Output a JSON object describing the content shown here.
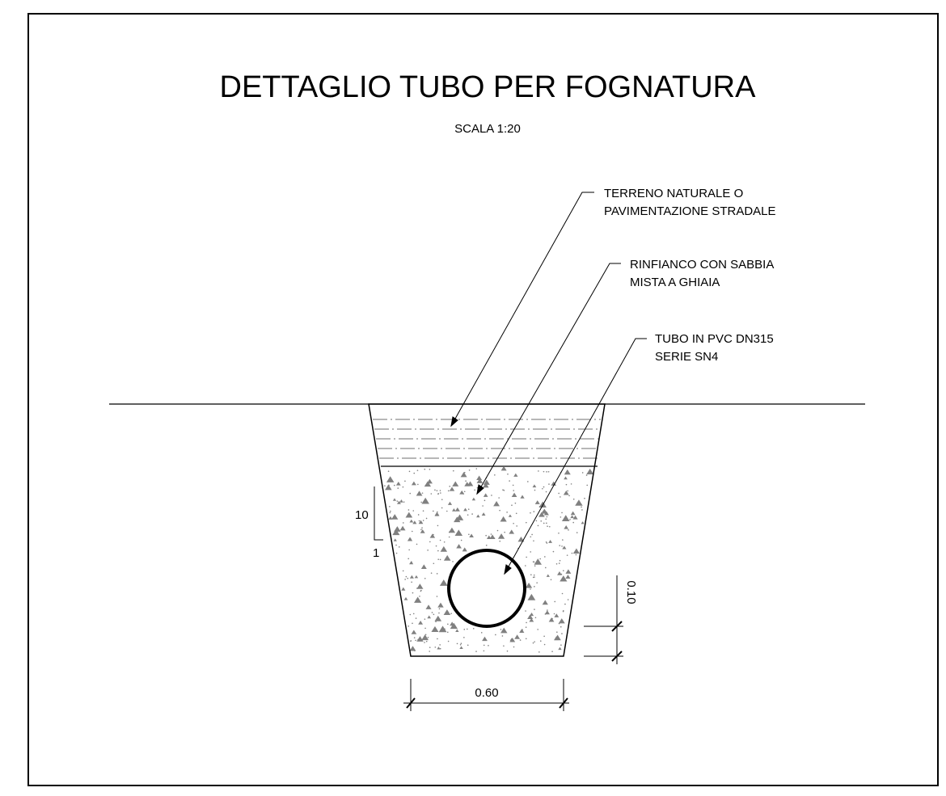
{
  "title": "DETTAGLIO TUBO PER FOGNATURA",
  "scale": "SCALA 1:20",
  "labels": {
    "soil_line1": "TERRENO NATURALE O",
    "soil_line2": "PAVIMENTAZIONE STRADALE",
    "fill_line1": "RINFIANCO CON SABBIA",
    "fill_line2": "MISTA A GHIAIA",
    "pipe_line1": "TUBO IN PVC DN315",
    "pipe_line2": "SERIE SN4"
  },
  "slope": {
    "rise": "10",
    "run": "1"
  },
  "dimensions": {
    "bottom_width": "0.60",
    "bedding": "0.10"
  },
  "colors": {
    "line": "#000000",
    "hatch": "#808080",
    "background": "#ffffff"
  }
}
